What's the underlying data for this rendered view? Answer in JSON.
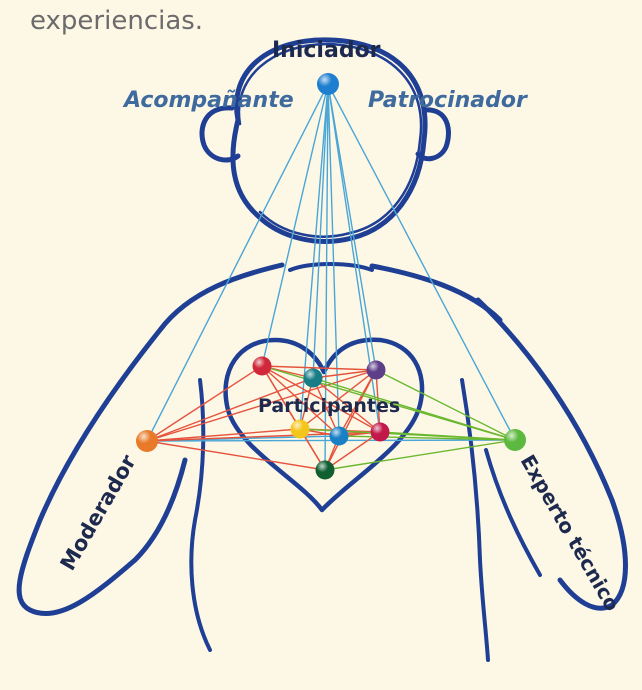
{
  "intro_text": "experiencias.",
  "roles": {
    "initiator": "Iniciador",
    "companion": "Acompañante",
    "sponsor": "Patrocinador",
    "participants": "Participantes",
    "moderator": "Moderador",
    "expert": "Experto técnico"
  },
  "colors": {
    "background": "#fdf7e6",
    "outline": "#1f3f94",
    "blue_lines": "#4aa6d6",
    "red_lines": "#e5533d",
    "green_lines": "#6bb82f",
    "text_dark": "#1d2a4e",
    "text_italic": "#3f6a9e"
  },
  "nodes": [
    {
      "id": "iniciador",
      "color": "#1e7fd0"
    },
    {
      "id": "p-red",
      "color": "#d0283a"
    },
    {
      "id": "p-teal",
      "color": "#177d86"
    },
    {
      "id": "p-purple",
      "color": "#5d3e88"
    },
    {
      "id": "p-yellow",
      "color": "#f4c61c"
    },
    {
      "id": "p-blue",
      "color": "#1a80c6"
    },
    {
      "id": "p-crimson",
      "color": "#c2184a"
    },
    {
      "id": "p-darkgreen",
      "color": "#0f5f33"
    },
    {
      "id": "moderador",
      "color": "#e87a2a"
    },
    {
      "id": "experto",
      "color": "#5cb83e"
    }
  ]
}
